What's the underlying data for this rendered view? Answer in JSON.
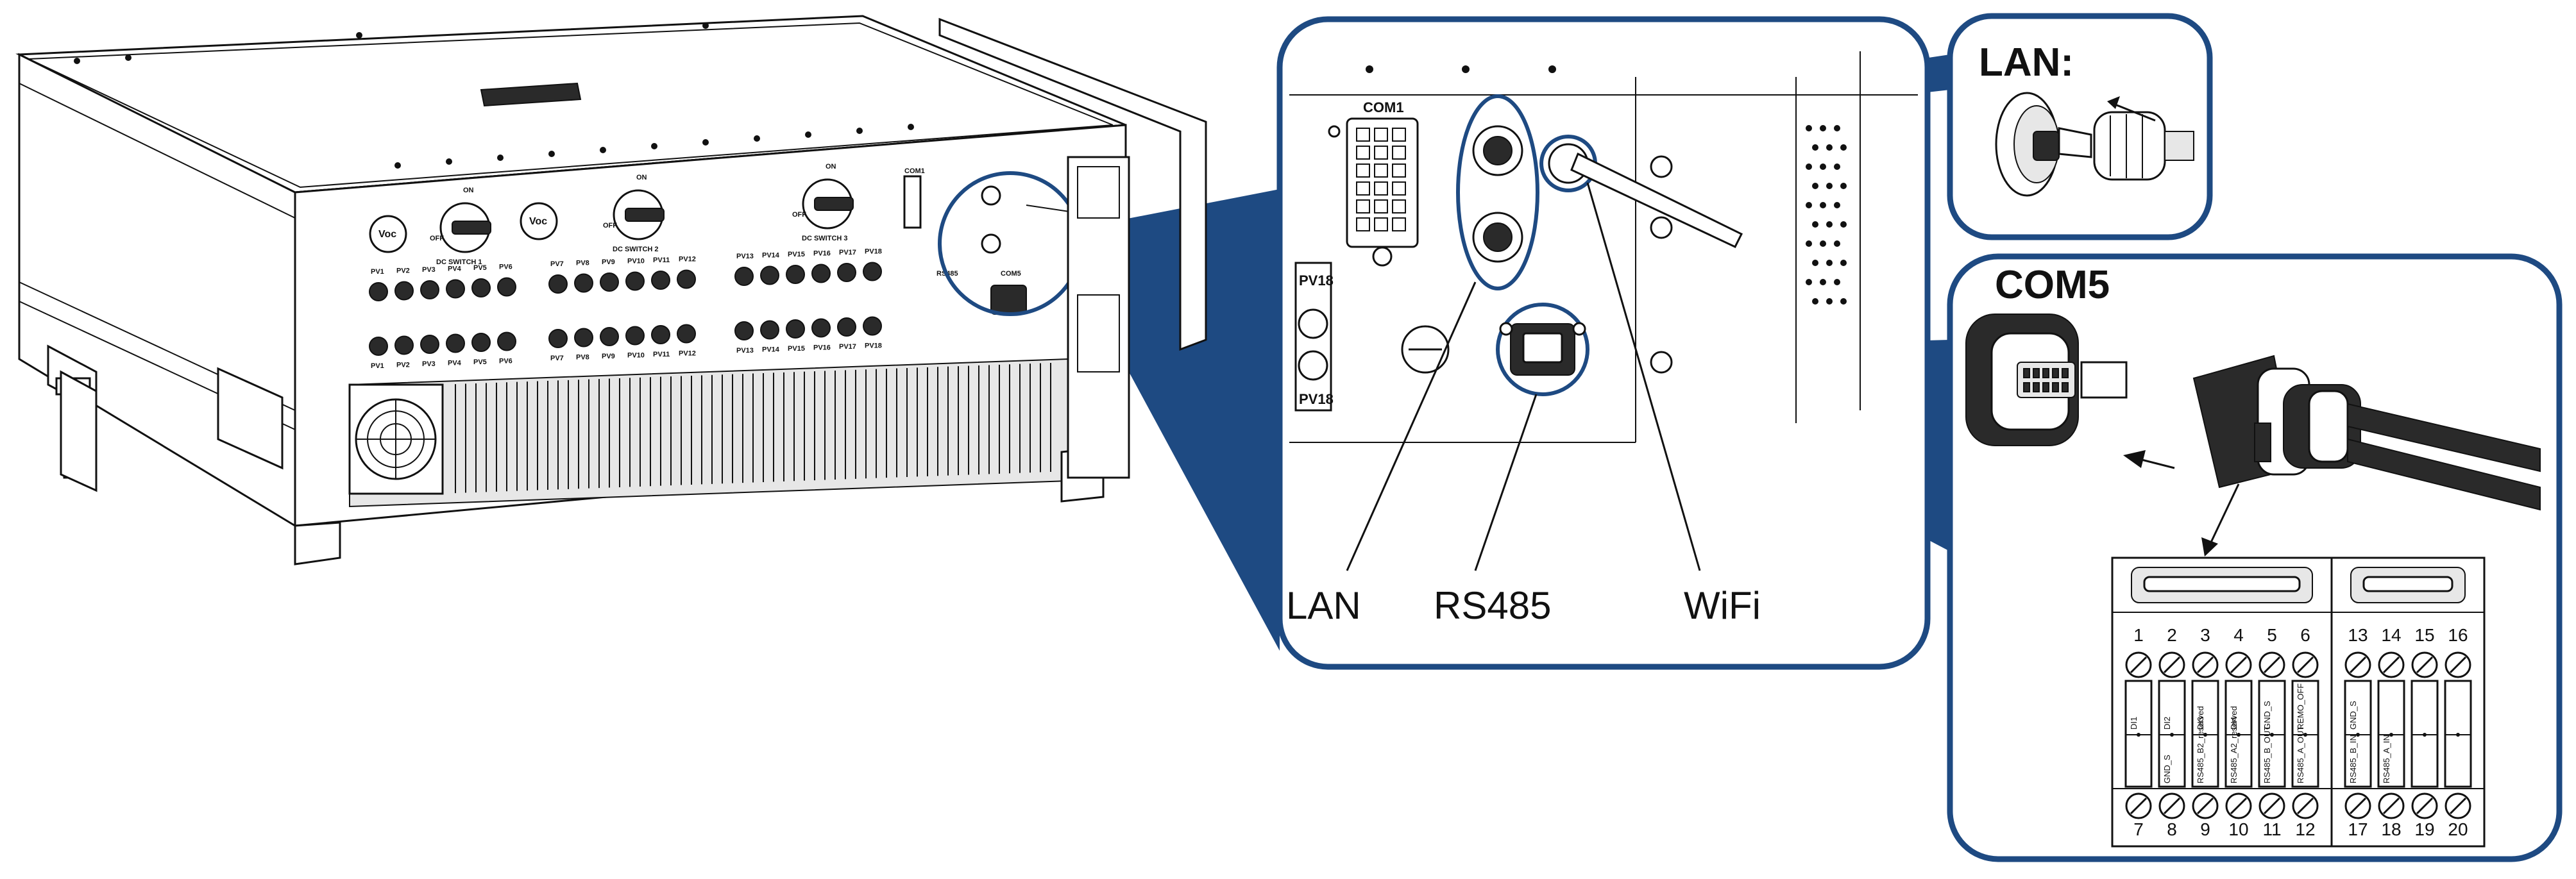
{
  "device": {
    "panel_labels": {
      "on": "ON",
      "off": "OFF",
      "com1": "COM1",
      "rs485": "RS485",
      "com5": "COM5",
      "voc": "Voc",
      "dc_switch_1": "DC SWITCH 1",
      "dc_switch_2": "DC SWITCH 2",
      "dc_switch_3": "DC SWITCH 3"
    },
    "pv_top_row": [
      "PV1",
      "PV2",
      "PV3",
      "PV4",
      "PV5",
      "PV6",
      "PV7",
      "PV8",
      "PV9",
      "PV10",
      "PV11",
      "PV12",
      "PV13",
      "PV14",
      "PV15",
      "PV16",
      "PV17",
      "PV18"
    ],
    "pv_bottom_row": [
      "PV1",
      "PV2",
      "PV3",
      "PV4",
      "PV5",
      "PV6",
      "PV7",
      "PV8",
      "PV9",
      "PV10",
      "PV11",
      "PV12",
      "PV13",
      "PV14",
      "PV15",
      "PV16",
      "PV17",
      "PV18"
    ]
  },
  "zoom_panel": {
    "com1_label": "COM1",
    "pv_labels": [
      "PV18",
      "PV18"
    ],
    "callouts": {
      "lan": "LAN",
      "rs485": "RS485",
      "wifi": "WiFi"
    }
  },
  "lan_panel": {
    "title": "LAN:"
  },
  "com5_panel": {
    "title": "COM5",
    "terminal_block_a": {
      "top_pins": [
        "1",
        "2",
        "3",
        "4",
        "5",
        "6"
      ],
      "bottom_pins": [
        "7",
        "8",
        "9",
        "10",
        "11",
        "12"
      ],
      "signals": [
        [
          "DI1",
          ""
        ],
        [
          "DI2",
          "GND_S"
        ],
        [
          "DI3",
          "RS485_B2_reserved"
        ],
        [
          "DI4",
          "RS485_A2_reserved"
        ],
        [
          "GND_S",
          "RS485_B_OUT"
        ],
        [
          "REMO_OFF",
          "RS485_A_OUT"
        ]
      ]
    },
    "terminal_block_b": {
      "top_pins": [
        "13",
        "14",
        "15",
        "16"
      ],
      "bottom_pins": [
        "17",
        "18",
        "19",
        "20"
      ],
      "signals": [
        [
          "GND_S",
          "RS485_B_IN"
        ],
        [
          "",
          "RS485_A_IN"
        ],
        [
          "",
          ""
        ],
        [
          "",
          ""
        ]
      ]
    }
  },
  "colors": {
    "accent_blue": "#1e4a82",
    "line": "#111111"
  }
}
